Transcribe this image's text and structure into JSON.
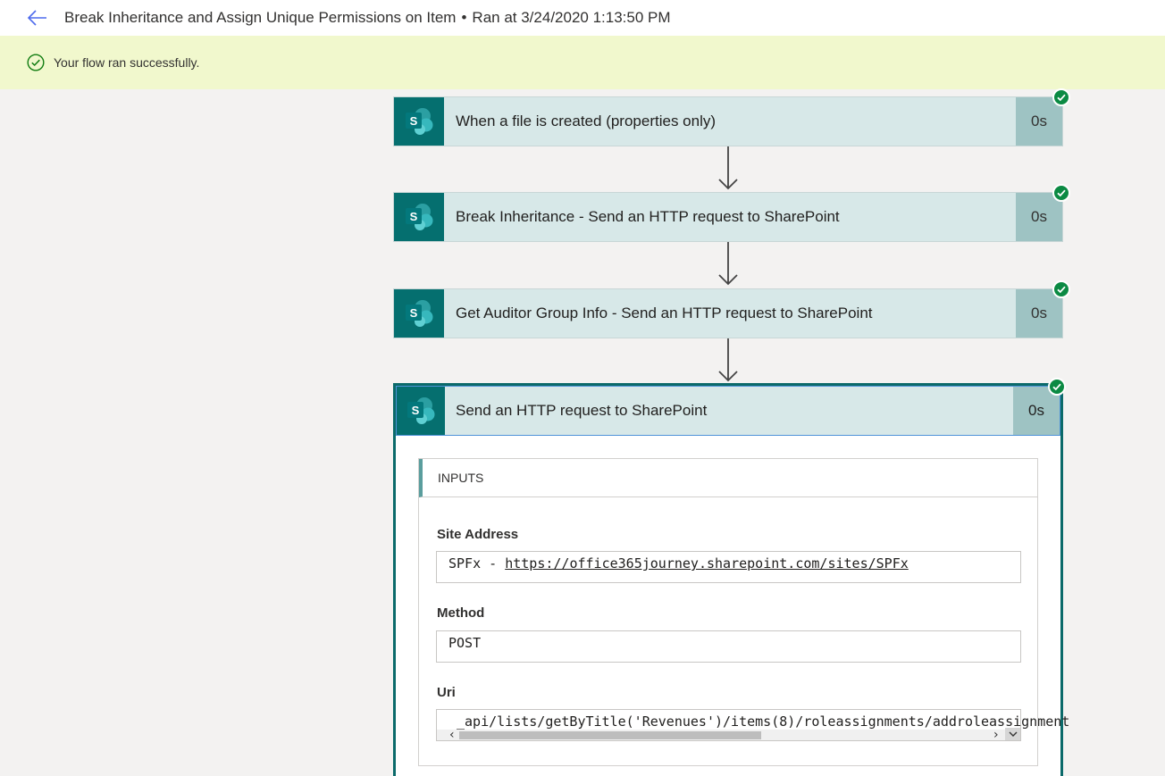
{
  "header": {
    "title": "Break Inheritance and Assign Unique Permissions on Item",
    "separator": "•",
    "run_info": "Ran at 3/24/2020 1:13:50 PM"
  },
  "banner": {
    "message": "Your flow ran successfully."
  },
  "steps": [
    {
      "label": "When a file is created (properties only)",
      "duration": "0s",
      "icon": "sharepoint-icon"
    },
    {
      "label": "Break Inheritance - Send an HTTP request to SharePoint",
      "duration": "0s",
      "icon": "sharepoint-icon"
    },
    {
      "label": "Get Auditor Group Info - Send an HTTP request to SharePoint",
      "duration": "0s",
      "icon": "sharepoint-icon"
    },
    {
      "label": "Send an HTTP request to SharePoint",
      "duration": "0s",
      "icon": "sharepoint-icon"
    }
  ],
  "inputs": {
    "title": "INPUTS",
    "site_address": {
      "label": "Site Address",
      "prefix": "SPFx - ",
      "url": "https://office365journey.sharepoint.com/sites/SPFx"
    },
    "method": {
      "label": "Method",
      "value": "POST"
    },
    "uri": {
      "label": "Uri",
      "value": "_api/lists/getByTitle('Revenues')/items(8)/roleassignments/addroleassignment"
    }
  },
  "colors": {
    "accent": "#056f6f",
    "card_bg": "#d7e8e8",
    "duration_bg": "#9ec3c3",
    "success": "#0b8a43",
    "banner_bg": "#f1f8cd"
  }
}
